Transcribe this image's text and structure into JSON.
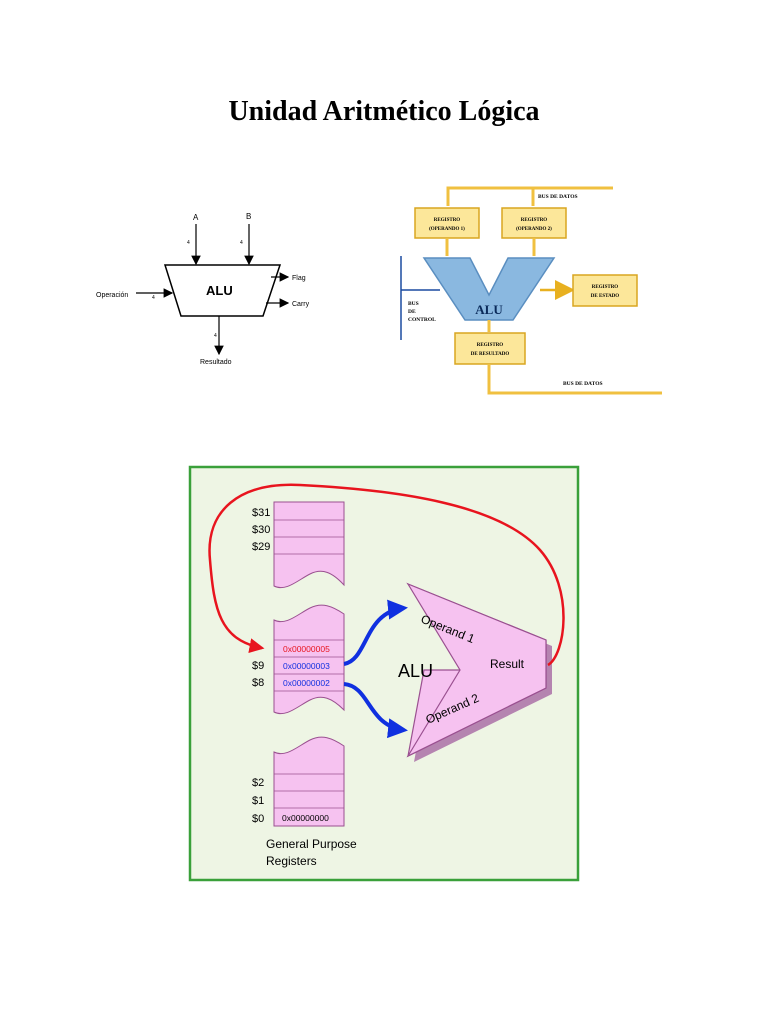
{
  "title": "Unidad Aritmético Lógica",
  "alu_block": {
    "input_a": "A",
    "input_b": "B",
    "bus_width": "4",
    "operation_label": "Operación",
    "alu_label": "ALU",
    "flag_label": "Flag",
    "carry_label": "Carry",
    "result_label": "Resultado"
  },
  "register_diagram": {
    "bus_datos_top": "BUS DE DATOS",
    "reg_op1": [
      "REGISTRO",
      "(OPERANDO 1)"
    ],
    "reg_op2": [
      "REGISTRO",
      "(OPERANDO 2)"
    ],
    "bus_control": [
      "BUS",
      "DE",
      "CONTROL"
    ],
    "alu_label": "ALU",
    "reg_estado": [
      "REGISTRO",
      "DE ESTADO"
    ],
    "reg_resultado": [
      "REGISTRO",
      "DE RESULTADO"
    ],
    "bus_datos_bottom": "BUS DE DATOS",
    "colors": {
      "bus": "#f0c040",
      "box": "#fce79a",
      "box_border": "#d9a520",
      "alu": "#8ab8e0"
    }
  },
  "mips_diagram": {
    "reg_labels_top": [
      "$31",
      "$30",
      "$29"
    ],
    "reg_labels_mid": [
      "$9",
      "$8"
    ],
    "reg_values_mid": [
      "0x00000005",
      "0x00000003",
      "0x00000002"
    ],
    "reg_labels_bottom": [
      "$2",
      "$1",
      "$0"
    ],
    "reg_value_zero": "0x00000000",
    "alu_label": "ALU",
    "operand1": "Operand 1",
    "operand2": "Operand 2",
    "result": "Result",
    "caption": [
      "General Purpose",
      "Registers"
    ],
    "colors": {
      "panel_bg": "#eef5e4",
      "panel_border": "#3aa03a",
      "register": "#f6c2f0",
      "red_arrow": "#e8141e",
      "blue_arrow": "#1030e0"
    }
  }
}
